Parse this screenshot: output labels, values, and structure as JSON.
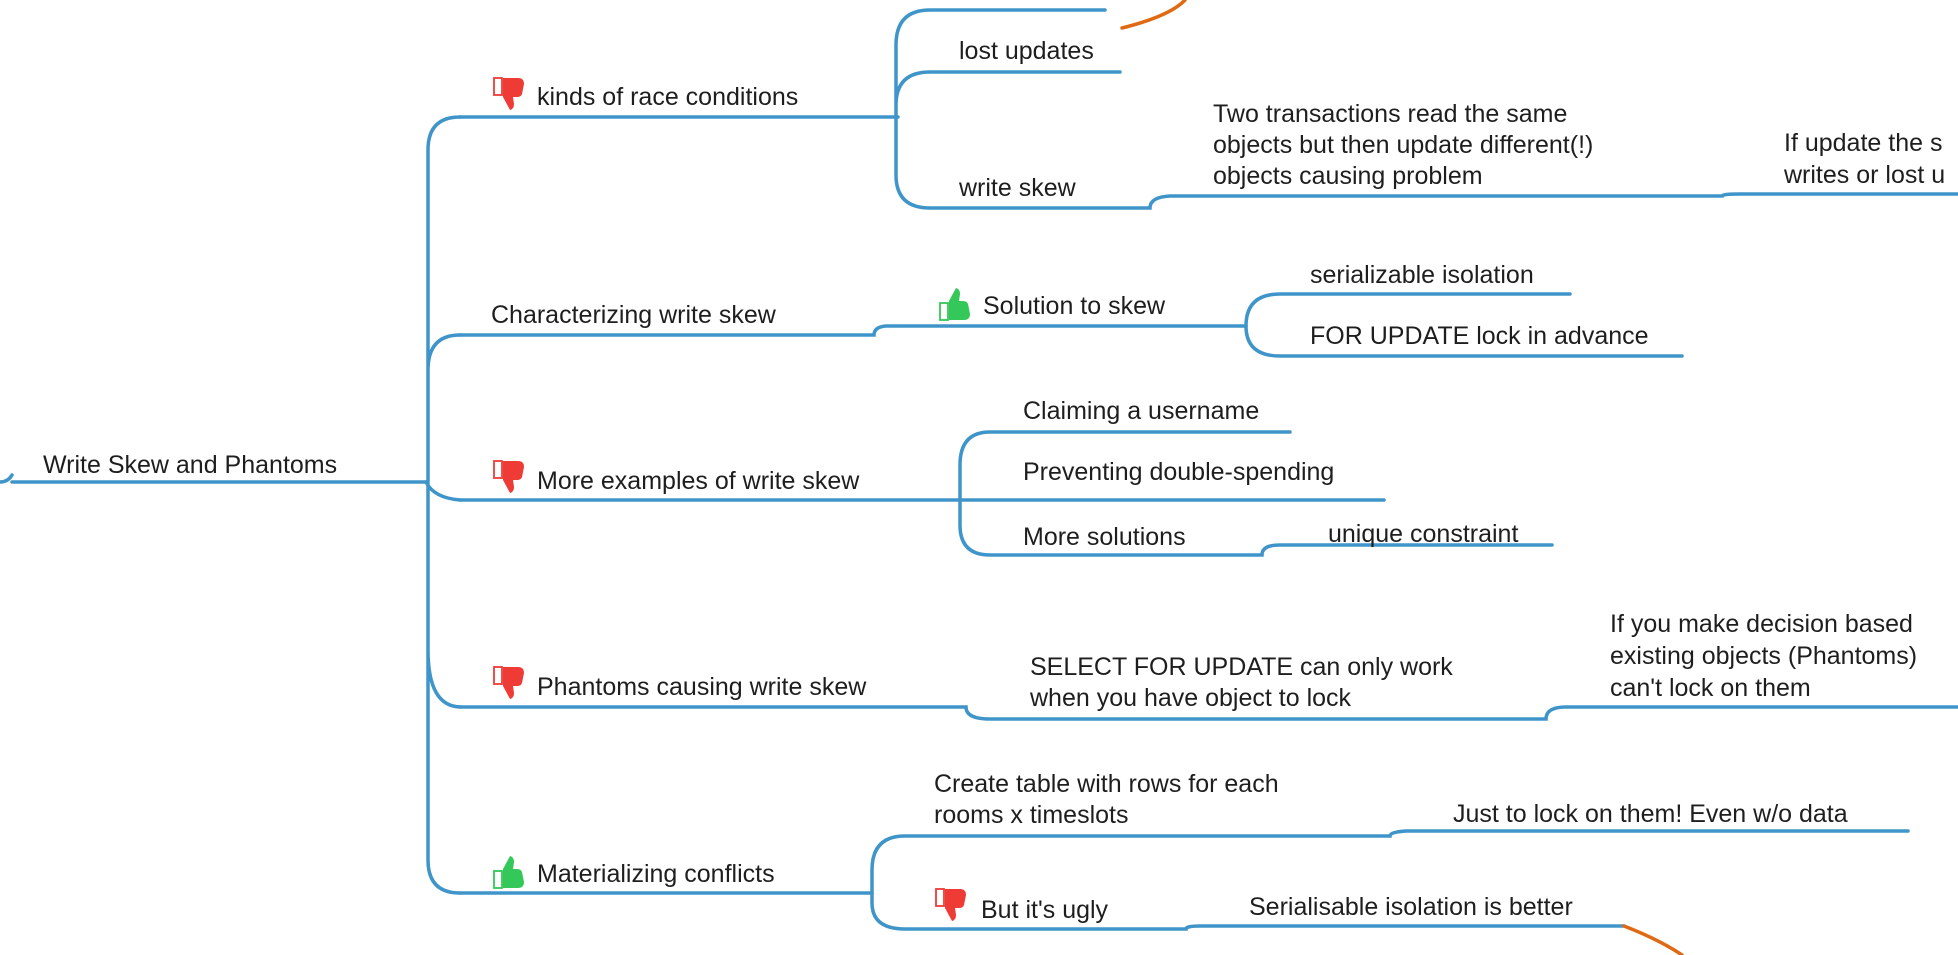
{
  "map": {
    "root": "Write Skew and Phantoms",
    "branches": [
      {
        "label": "kinds of race conditions",
        "icon": "thumbs-down",
        "children": [
          {
            "label": "lost updates"
          },
          {
            "label": "write skew",
            "detail": [
              "Two transactions read the same",
              "objects but then update different(!)",
              "objects causing problem"
            ],
            "detail_child": [
              "If update the s",
              "writes or lost u"
            ]
          }
        ]
      },
      {
        "label": "Characterizing write skew",
        "child": {
          "label": "Solution to skew",
          "icon": "thumbs-up",
          "children": [
            "serializable isolation",
            "FOR UPDATE lock in advance"
          ]
        }
      },
      {
        "label": "More examples of write skew",
        "icon": "thumbs-down",
        "children": [
          {
            "label": "Claiming a username"
          },
          {
            "label": "Preventing double-spending"
          },
          {
            "label": "More solutions",
            "child": "unique constraint"
          }
        ]
      },
      {
        "label": "Phantoms causing write skew",
        "icon": "thumbs-down",
        "child": [
          "SELECT FOR UPDATE can only work",
          "when you have object to lock"
        ],
        "grandchild": [
          "If you make decision based",
          "existing objects (Phantoms)",
          "can't lock on them"
        ]
      },
      {
        "label": "Materializing conflicts",
        "icon": "thumbs-up",
        "children": [
          {
            "label": [
              "Create table with rows for each",
              "rooms x timeslots"
            ],
            "child": "Just to lock on them! Even w/o data"
          },
          {
            "label": "But it's ugly",
            "icon": "thumbs-down",
            "child": "Serialisable isolation is better"
          }
        ]
      }
    ]
  },
  "colors": {
    "connector": "#3f95c9",
    "relationship": "#e06a14",
    "thumbs_up": "#34c759",
    "thumbs_down": "#ef3b36",
    "text": "#1e1e1e"
  }
}
